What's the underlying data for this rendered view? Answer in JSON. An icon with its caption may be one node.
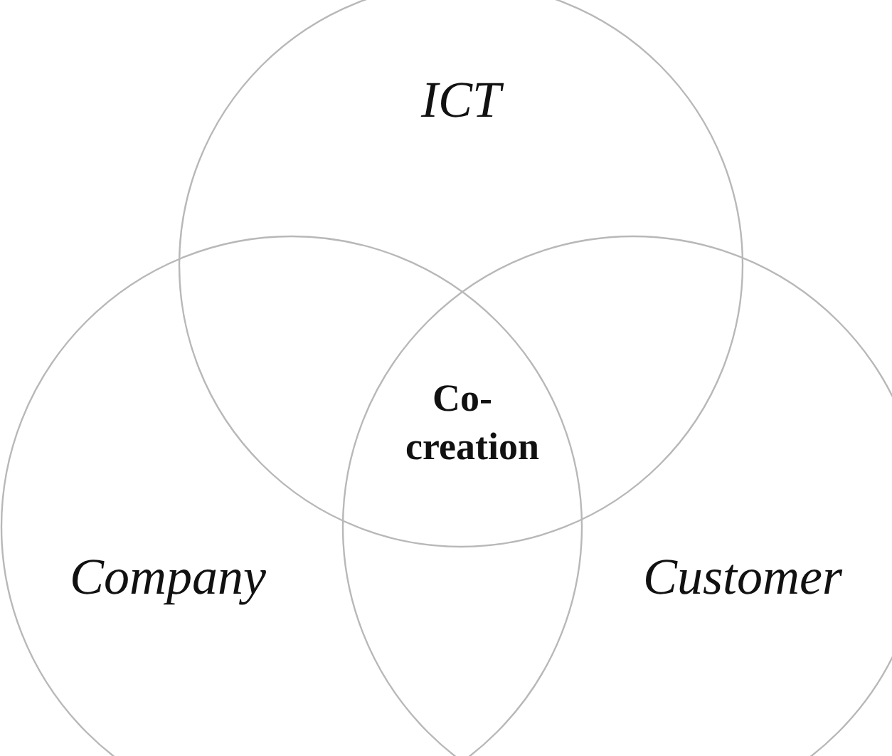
{
  "diagram": {
    "nodes": [
      {
        "text": [
          "ICT"
        ]
      },
      {
        "text": [
          "Company"
        ]
      },
      {
        "text": [
          "Customer"
        ]
      }
    ],
    "labels": [
      "Co-creation"
    ]
  }
}
